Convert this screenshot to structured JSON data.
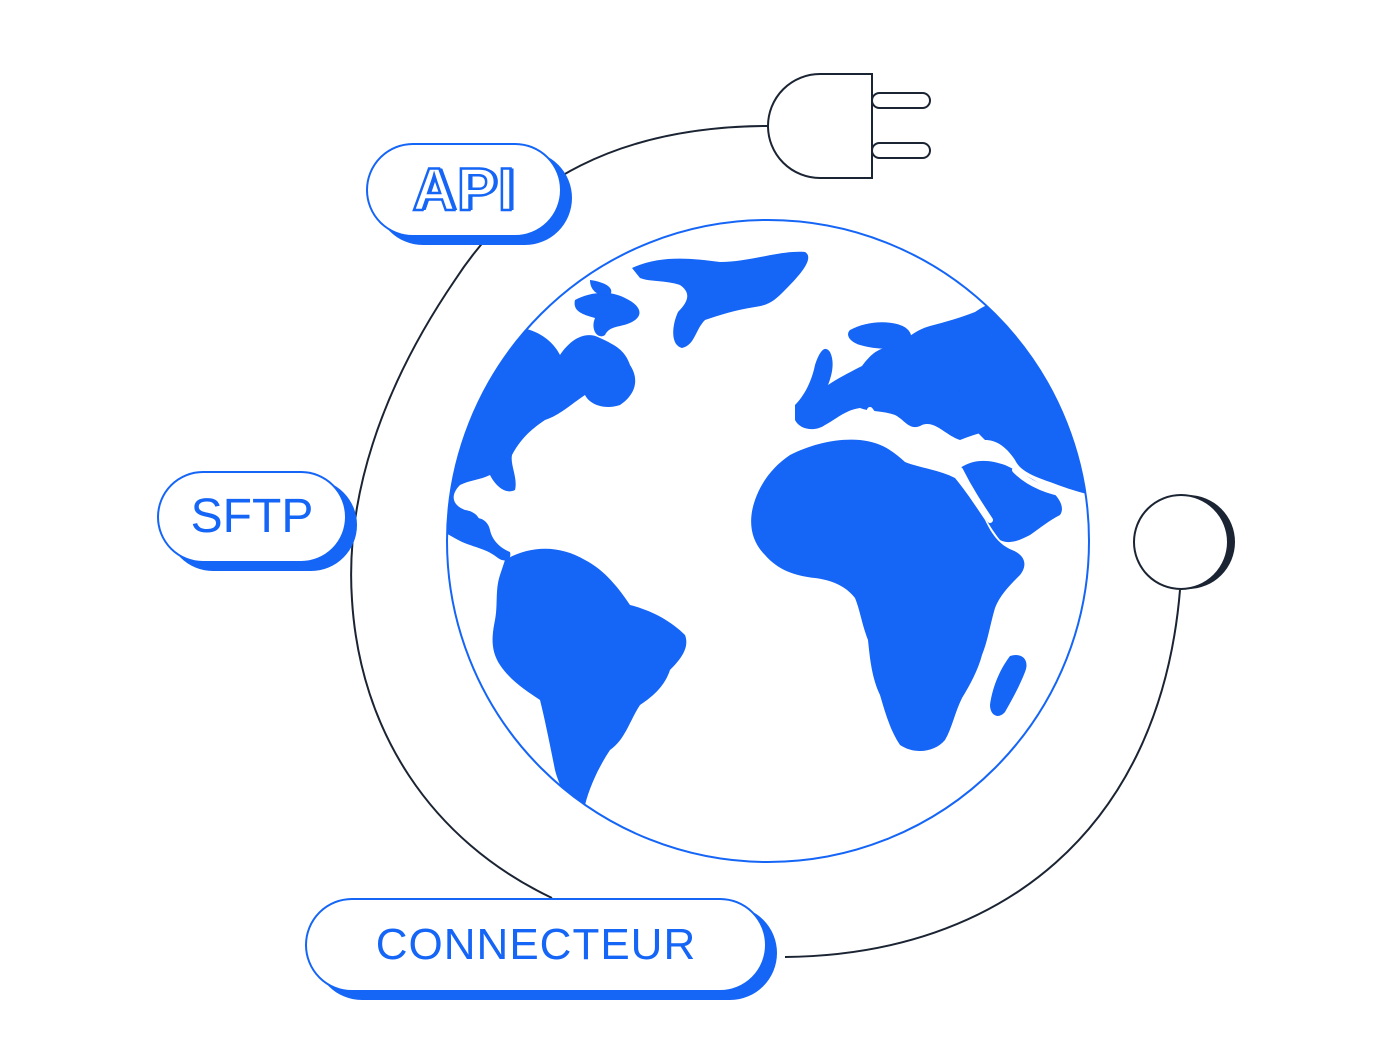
{
  "labels": {
    "api": "API",
    "sftp": "SFTP",
    "connecteur": "CONNECTEUR"
  },
  "colors": {
    "accent": "#1565f6",
    "line": "#1b2433",
    "background": "#ffffff"
  },
  "icons": [
    "plug-icon",
    "globe-icon",
    "ring-node-icon"
  ]
}
